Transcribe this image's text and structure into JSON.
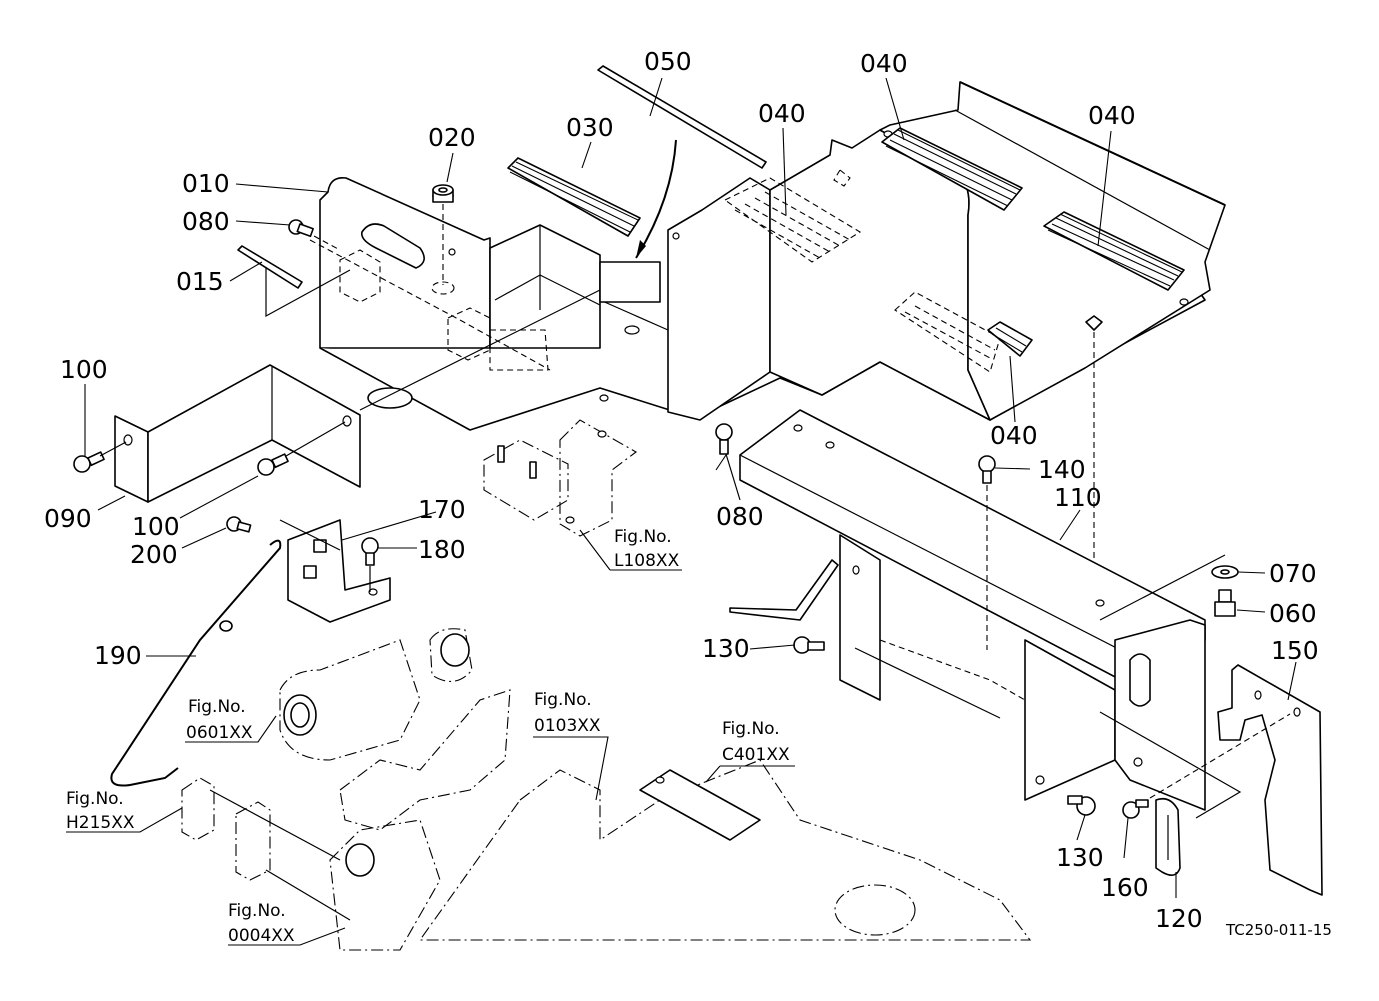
{
  "diagram": {
    "type": "exploded parts diagram",
    "drawing_code": "TC250-011-15",
    "callouts": [
      {
        "id": "010",
        "label": "010"
      },
      {
        "id": "015",
        "label": "015"
      },
      {
        "id": "020",
        "label": "020"
      },
      {
        "id": "030",
        "label": "030"
      },
      {
        "id": "040a",
        "label": "040"
      },
      {
        "id": "040b",
        "label": "040"
      },
      {
        "id": "040c",
        "label": "040"
      },
      {
        "id": "040d",
        "label": "040"
      },
      {
        "id": "050",
        "label": "050"
      },
      {
        "id": "060",
        "label": "060"
      },
      {
        "id": "070",
        "label": "070"
      },
      {
        "id": "080a",
        "label": "080"
      },
      {
        "id": "080b",
        "label": "080"
      },
      {
        "id": "090",
        "label": "090"
      },
      {
        "id": "100a",
        "label": "100"
      },
      {
        "id": "100b",
        "label": "100"
      },
      {
        "id": "110",
        "label": "110"
      },
      {
        "id": "120",
        "label": "120"
      },
      {
        "id": "130a",
        "label": "130"
      },
      {
        "id": "130b",
        "label": "130"
      },
      {
        "id": "140",
        "label": "140"
      },
      {
        "id": "150",
        "label": "150"
      },
      {
        "id": "160",
        "label": "160"
      },
      {
        "id": "170",
        "label": "170"
      },
      {
        "id": "180",
        "label": "180"
      },
      {
        "id": "190",
        "label": "190"
      },
      {
        "id": "200",
        "label": "200"
      }
    ],
    "figure_references": [
      {
        "id": "L108XX",
        "prefix": "Fig.No.",
        "code": "L108XX"
      },
      {
        "id": "0601XX",
        "prefix": "Fig.No.",
        "code": "0601XX"
      },
      {
        "id": "0103XX",
        "prefix": "Fig.No.",
        "code": "0103XX"
      },
      {
        "id": "C401XX",
        "prefix": "Fig.No.",
        "code": "C401XX"
      },
      {
        "id": "H215XX",
        "prefix": "Fig.No.",
        "code": "H215XX"
      },
      {
        "id": "0004XX",
        "prefix": "Fig.No.",
        "code": "0004XX"
      }
    ]
  }
}
